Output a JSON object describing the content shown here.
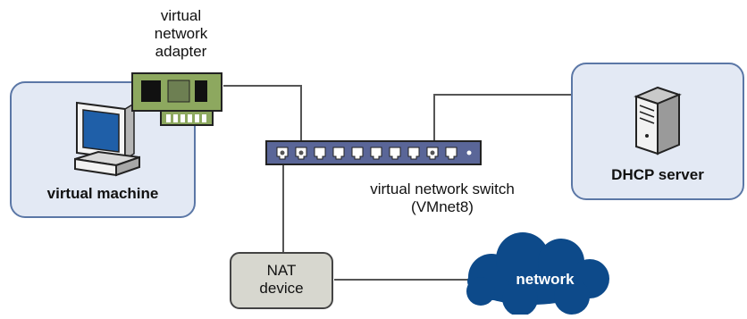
{
  "diagram": {
    "adapter_label": "virtual\nnetwork\nadapter",
    "vm_label": "virtual machine",
    "dhcp_label": "DHCP server",
    "switch_label": "virtual network switch\n(VMnet8)",
    "nat_label": "NAT\ndevice",
    "network_label": "network"
  },
  "colors": {
    "panel_fill": "#e3e9f4",
    "panel_border": "#5b77a6",
    "switch_fill": "#5a6698",
    "port_fill": "#ffffff",
    "adapter_fill": "#8da85f",
    "nat_fill": "#d7d7cf",
    "cloud_fill": "#0d4a8a",
    "wire": "#555555"
  },
  "icons": [
    "network-adapter-icon",
    "computer-monitor-icon",
    "server-tower-icon",
    "network-switch-icon",
    "cloud-icon"
  ]
}
